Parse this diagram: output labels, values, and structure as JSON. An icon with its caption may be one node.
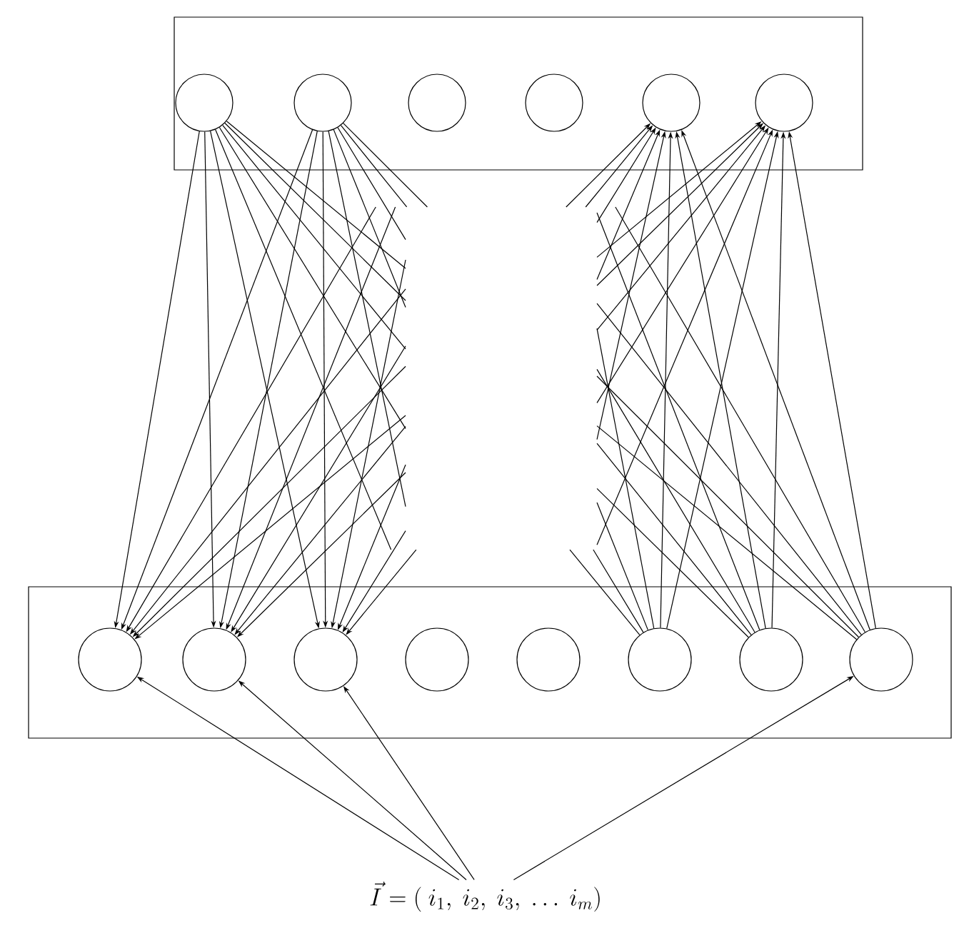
{
  "diagram": {
    "nodes": [
      {
        "text": [],
        "shape": "box"
      },
      {
        "text": [],
        "shape": "circle",
        "in": 0
      },
      {
        "text": [],
        "shape": "circle",
        "in": 0
      },
      {
        "text": [],
        "shape": "circle",
        "in": 0
      },
      {
        "text": [],
        "shape": "circle",
        "in": 0
      },
      {
        "text": [],
        "shape": "circle",
        "in": 0
      },
      {
        "text": [],
        "shape": "circle",
        "in": 0
      },
      {
        "text": [],
        "shape": "box"
      },
      {
        "text": [],
        "shape": "circle",
        "in": 7
      },
      {
        "text": [],
        "shape": "circle",
        "in": 7
      },
      {
        "text": [],
        "shape": "circle",
        "in": 7
      },
      {
        "text": [],
        "shape": "circle",
        "in": 7
      },
      {
        "text": [],
        "shape": "circle",
        "in": 7
      },
      {
        "text": [],
        "shape": "circle",
        "in": 7
      },
      {
        "text": [],
        "shape": "circle",
        "in": 7
      },
      {
        "text": [],
        "shape": "circle",
        "in": 7
      },
      {
        "text": [
          "\\vec{I} = (\\ i_1,\\ i_2,\\ i_3,\\ \\ldots\\ i_m)"
        ]
      }
    ],
    "edges": [
      {
        "from": 1,
        "to": 8,
        "arrow": "to"
      },
      {
        "from": 1,
        "to": 9,
        "arrow": "to"
      },
      {
        "from": 1,
        "to": 10,
        "arrow": "to"
      },
      {
        "from": 2,
        "to": 8,
        "arrow": "to"
      },
      {
        "from": 2,
        "to": 9,
        "arrow": "to"
      },
      {
        "from": 2,
        "to": 10,
        "arrow": "to"
      },
      {
        "from": 13,
        "to": 5,
        "arrow": "to"
      },
      {
        "from": 13,
        "to": 6,
        "arrow": "to"
      },
      {
        "from": 14,
        "to": 5,
        "arrow": "to"
      },
      {
        "from": 14,
        "to": 6,
        "arrow": "to"
      },
      {
        "from": 15,
        "to": 5,
        "arrow": "to"
      },
      {
        "from": 15,
        "to": 6,
        "arrow": "to"
      },
      {
        "from": 1,
        "to": null,
        "arrow": "none"
      },
      {
        "from": 1,
        "to": null,
        "arrow": "none"
      },
      {
        "from": 1,
        "to": null,
        "arrow": "none"
      },
      {
        "from": 1,
        "to": null,
        "arrow": "none"
      },
      {
        "from": 1,
        "to": null,
        "arrow": "none"
      },
      {
        "from": 2,
        "to": null,
        "arrow": "none"
      },
      {
        "from": 2,
        "to": null,
        "arrow": "none"
      },
      {
        "from": 2,
        "to": null,
        "arrow": "none"
      },
      {
        "from": 2,
        "to": null,
        "arrow": "none"
      },
      {
        "from": 2,
        "to": null,
        "arrow": "none"
      },
      {
        "from": null,
        "to": 8,
        "arrow": "to"
      },
      {
        "from": null,
        "to": 8,
        "arrow": "to"
      },
      {
        "from": null,
        "to": 8,
        "arrow": "to"
      },
      {
        "from": null,
        "to": 8,
        "arrow": "to"
      },
      {
        "from": null,
        "to": 9,
        "arrow": "to"
      },
      {
        "from": null,
        "to": 9,
        "arrow": "to"
      },
      {
        "from": null,
        "to": 9,
        "arrow": "to"
      },
      {
        "from": null,
        "to": 9,
        "arrow": "to"
      },
      {
        "from": null,
        "to": 10,
        "arrow": "to"
      },
      {
        "from": null,
        "to": 10,
        "arrow": "to"
      },
      {
        "from": null,
        "to": 10,
        "arrow": "to"
      },
      {
        "from": null,
        "to": 10,
        "arrow": "to"
      },
      {
        "from": 13,
        "to": null,
        "arrow": "none"
      },
      {
        "from": 13,
        "to": null,
        "arrow": "none"
      },
      {
        "from": 13,
        "to": null,
        "arrow": "none"
      },
      {
        "from": 13,
        "to": null,
        "arrow": "none"
      },
      {
        "from": 14,
        "to": null,
        "arrow": "none"
      },
      {
        "from": 14,
        "to": null,
        "arrow": "none"
      },
      {
        "from": 14,
        "to": null,
        "arrow": "none"
      },
      {
        "from": 14,
        "to": null,
        "arrow": "none"
      },
      {
        "from": 15,
        "to": null,
        "arrow": "none"
      },
      {
        "from": 15,
        "to": null,
        "arrow": "none"
      },
      {
        "from": 15,
        "to": null,
        "arrow": "none"
      },
      {
        "from": 15,
        "to": null,
        "arrow": "none"
      },
      {
        "from": null,
        "to": 5,
        "arrow": "to"
      },
      {
        "from": null,
        "to": 5,
        "arrow": "to"
      },
      {
        "from": null,
        "to": 5,
        "arrow": "to"
      },
      {
        "from": null,
        "to": 5,
        "arrow": "to"
      },
      {
        "from": null,
        "to": 5,
        "arrow": "to"
      },
      {
        "from": null,
        "to": 6,
        "arrow": "to"
      },
      {
        "from": null,
        "to": 6,
        "arrow": "to"
      },
      {
        "from": null,
        "to": 6,
        "arrow": "to"
      },
      {
        "from": null,
        "to": 6,
        "arrow": "to"
      },
      {
        "from": null,
        "to": 6,
        "arrow": "to"
      },
      {
        "from": 16,
        "to": 8,
        "arrow": "to"
      },
      {
        "from": 16,
        "to": 9,
        "arrow": "to"
      },
      {
        "from": 16,
        "to": 10,
        "arrow": "to"
      },
      {
        "from": 16,
        "to": 15,
        "arrow": "to"
      }
    ]
  }
}
